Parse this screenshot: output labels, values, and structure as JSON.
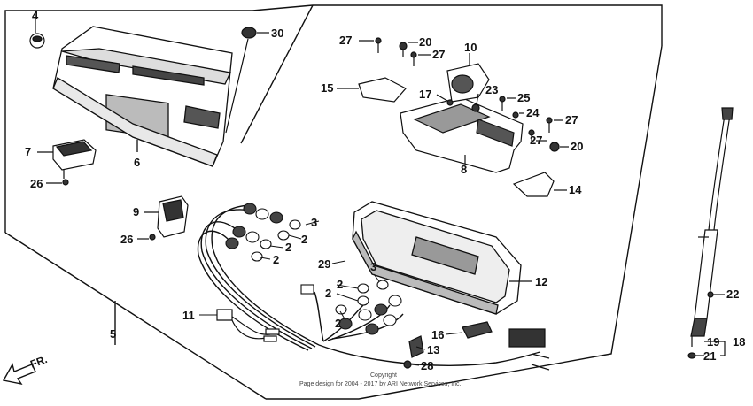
{
  "callouts": {
    "c4": "4",
    "c30": "30",
    "c27a": "27",
    "c20a": "20",
    "c27b": "27",
    "c10": "10",
    "c15": "15",
    "c17": "17",
    "c23": "23",
    "c25": "25",
    "c24": "24",
    "c27c": "27",
    "c27d": "27",
    "c20b": "20",
    "c7": "7",
    "c6": "6",
    "c8": "8",
    "c14": "14",
    "c26a": "26",
    "c9": "9",
    "c26b": "26",
    "c3a": "3",
    "c2a": "2",
    "c2b": "2",
    "c2c": "2",
    "c29": "29",
    "c3b": "3",
    "c2d": "2",
    "c2e": "2",
    "c2f": "2",
    "c12": "12",
    "c5": "5",
    "c11": "11",
    "c16": "16",
    "c13": "13",
    "c28": "28",
    "c22": "22",
    "c19": "19",
    "c18": "18",
    "c21": "21"
  },
  "direction_label": "FR.",
  "footer": {
    "line1": "Copyright",
    "line2": "Page design for 2004 - 2017 by ARI Network Services, Inc."
  }
}
